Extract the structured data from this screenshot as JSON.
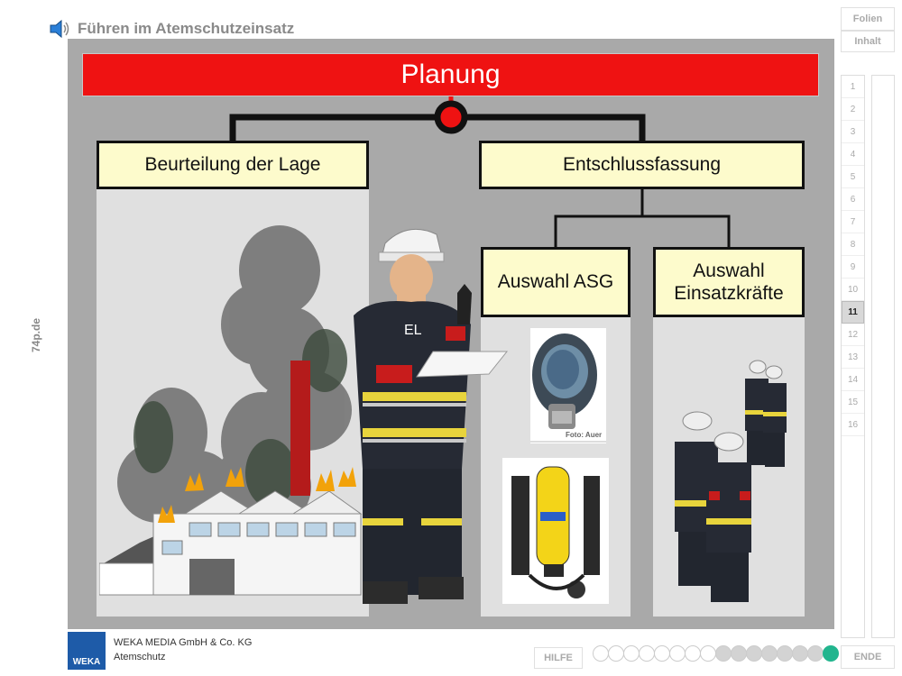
{
  "header": {
    "title": "Führen im Atemschutzeinsatz"
  },
  "side_wordmark": "74p.de",
  "slide": {
    "title": "Planung",
    "left_box": "Beurteilung der Lage",
    "right_box": "Entschlussfassung",
    "sub_left": "Auswahl ASG",
    "sub_right_line1": "Auswahl",
    "sub_right_line2": "Einsatzkräfte",
    "vest_label": "EL",
    "photo_credit": "Foto: Auer"
  },
  "nav": {
    "folien": "Folien",
    "inhalt": "Inhalt",
    "slides": [
      "1",
      "2",
      "3",
      "4",
      "5",
      "6",
      "7",
      "8",
      "9",
      "10",
      "11",
      "12",
      "13",
      "14",
      "15",
      "16"
    ],
    "current": "11",
    "hilfe": "HILFE",
    "ende": "ENDE"
  },
  "footer": {
    "company": "WEKA MEDIA GmbH & Co. KG",
    "subtitle": "Atemschutz",
    "logo_text": "WEKA"
  },
  "progress": {
    "total": 16,
    "current": 16,
    "fill_start": 9
  },
  "colors": {
    "title_bg": "#ef1212",
    "box_bg": "#fdfbcc",
    "slide_bg": "#a9a9a9",
    "progress_current": "#22b58e"
  },
  "icons": {
    "speaker": "speaker-icon"
  }
}
